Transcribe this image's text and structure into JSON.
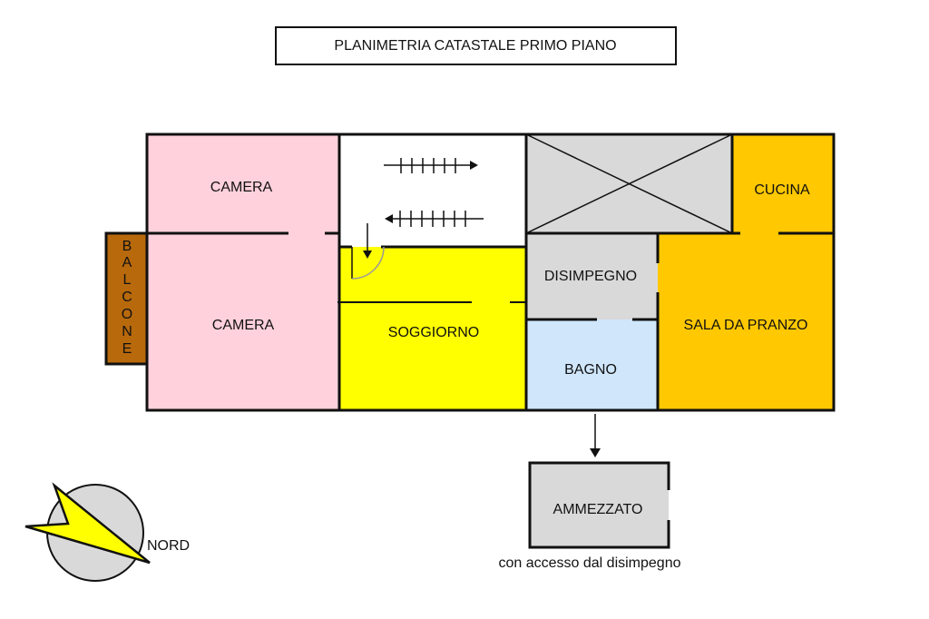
{
  "title": "PLANIMETRIA CATASTALE PRIMO PIANO",
  "rooms": {
    "camera_top": "CAMERA",
    "camera_bottom": "CAMERA",
    "soggiorno": "SOGGIORNO",
    "disimpegno": "DISIMPEGNO",
    "bagno": "BAGNO",
    "cucina": "CUCINA",
    "sala": "SALA DA PRANZO",
    "balcone": [
      "B",
      "A",
      "L",
      "C",
      "O",
      "N",
      "E"
    ],
    "ammezzato": "AMMEZZATO"
  },
  "ammezzato_note": "con accesso dal disimpegno",
  "compass_label": "NORD",
  "colors": {
    "camera": "#ffd1dc",
    "soggiorno": "#ffff00",
    "gray": "#d9d9d9",
    "bagno": "#cfe6fb",
    "orange": "#ffc800",
    "balcone": "#b8690c"
  }
}
